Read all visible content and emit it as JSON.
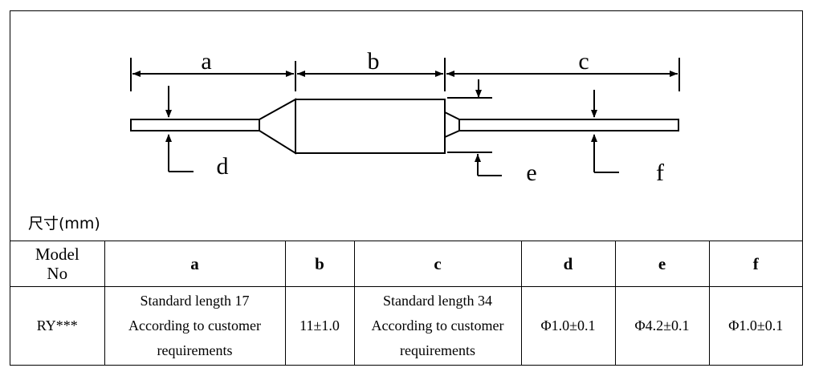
{
  "diagram": {
    "labels": {
      "a": "a",
      "b": "b",
      "c": "c",
      "d": "d",
      "e": "e",
      "f": "f"
    },
    "unit_note": "尺寸(mm)"
  },
  "table": {
    "headers": {
      "model": "Model No",
      "a": "a",
      "b": "b",
      "c": "c",
      "d": "d",
      "e": "e",
      "f": "f"
    },
    "row": {
      "model": "RY***",
      "a_line1": "Standard length 17",
      "a_line2": "According to customer",
      "a_line3": "requirements",
      "b": "11±1.0",
      "c_line1": "Standard length 34",
      "c_line2": "According to customer",
      "c_line3": "requirements",
      "d": "Φ1.0±0.1",
      "e": "Φ4.2±0.1",
      "f": "Φ1.0±0.1"
    }
  }
}
